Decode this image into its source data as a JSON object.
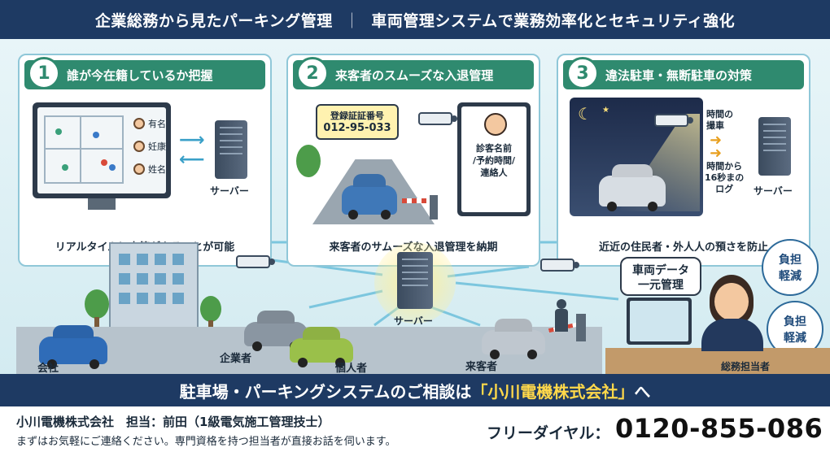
{
  "header": {
    "title_left": "企業総務から見たパーキング管理",
    "separator": "｜",
    "title_right": "車両管理システムで業務効率化とセキュリティ強化"
  },
  "panels": [
    {
      "number": "1",
      "title": "誰が今在籍しているか把握",
      "users": [
        "有名",
        "妊康",
        "姓名"
      ],
      "server_label": "サーバー",
      "caption": "リアルタイムに占籍があることが可能"
    },
    {
      "number": "2",
      "title": "来客者のスムーズな入退管理",
      "sign_title": "登録証証番号",
      "sign_value": "012-95-033",
      "tablet_lines": [
        "診客名前",
        "/予約時間/",
        "連絡人"
      ],
      "caption": "来客者のサムーズな入退管理を納期"
    },
    {
      "number": "3",
      "title": "違法駐車・無断駐車の対策",
      "note_top": [
        "時間の",
        "撮車"
      ],
      "note_bottom": [
        "時間から",
        "16秒まの",
        "ログ"
      ],
      "server_label": "サーバー",
      "caption": "近近の住民者・外人人の預さを防止"
    }
  ],
  "center": {
    "server_label": "サーバー"
  },
  "scene_labels": {
    "company": "会社",
    "business": "企業者",
    "individual": "個人者",
    "visitor": "来客者"
  },
  "staff": {
    "speech": [
      "車両データ",
      "一元管理"
    ],
    "badge1": [
      "負担",
      "軽減"
    ],
    "badge2": [
      "負担",
      "軽減"
    ],
    "label": "総務担当者"
  },
  "banner": {
    "prefix": "駐車場・パーキングシステムのご相談は",
    "highlight": "「小川電機株式会社」",
    "suffix": "へ"
  },
  "footer": {
    "company": "小川電機株式会社　担当：前田（1級電気施工管理技士）",
    "note": "まずはお気軽にご連絡ください。専門資格を持つ担当者が直接お話を伺います。",
    "tel_label": "フリーダイヤル：",
    "tel": "0120-855-086"
  },
  "colors": {
    "navy": "#1e3a63",
    "green": "#2f8a6f",
    "highlight": "#ffd84a",
    "sky": "#dff0f4"
  }
}
